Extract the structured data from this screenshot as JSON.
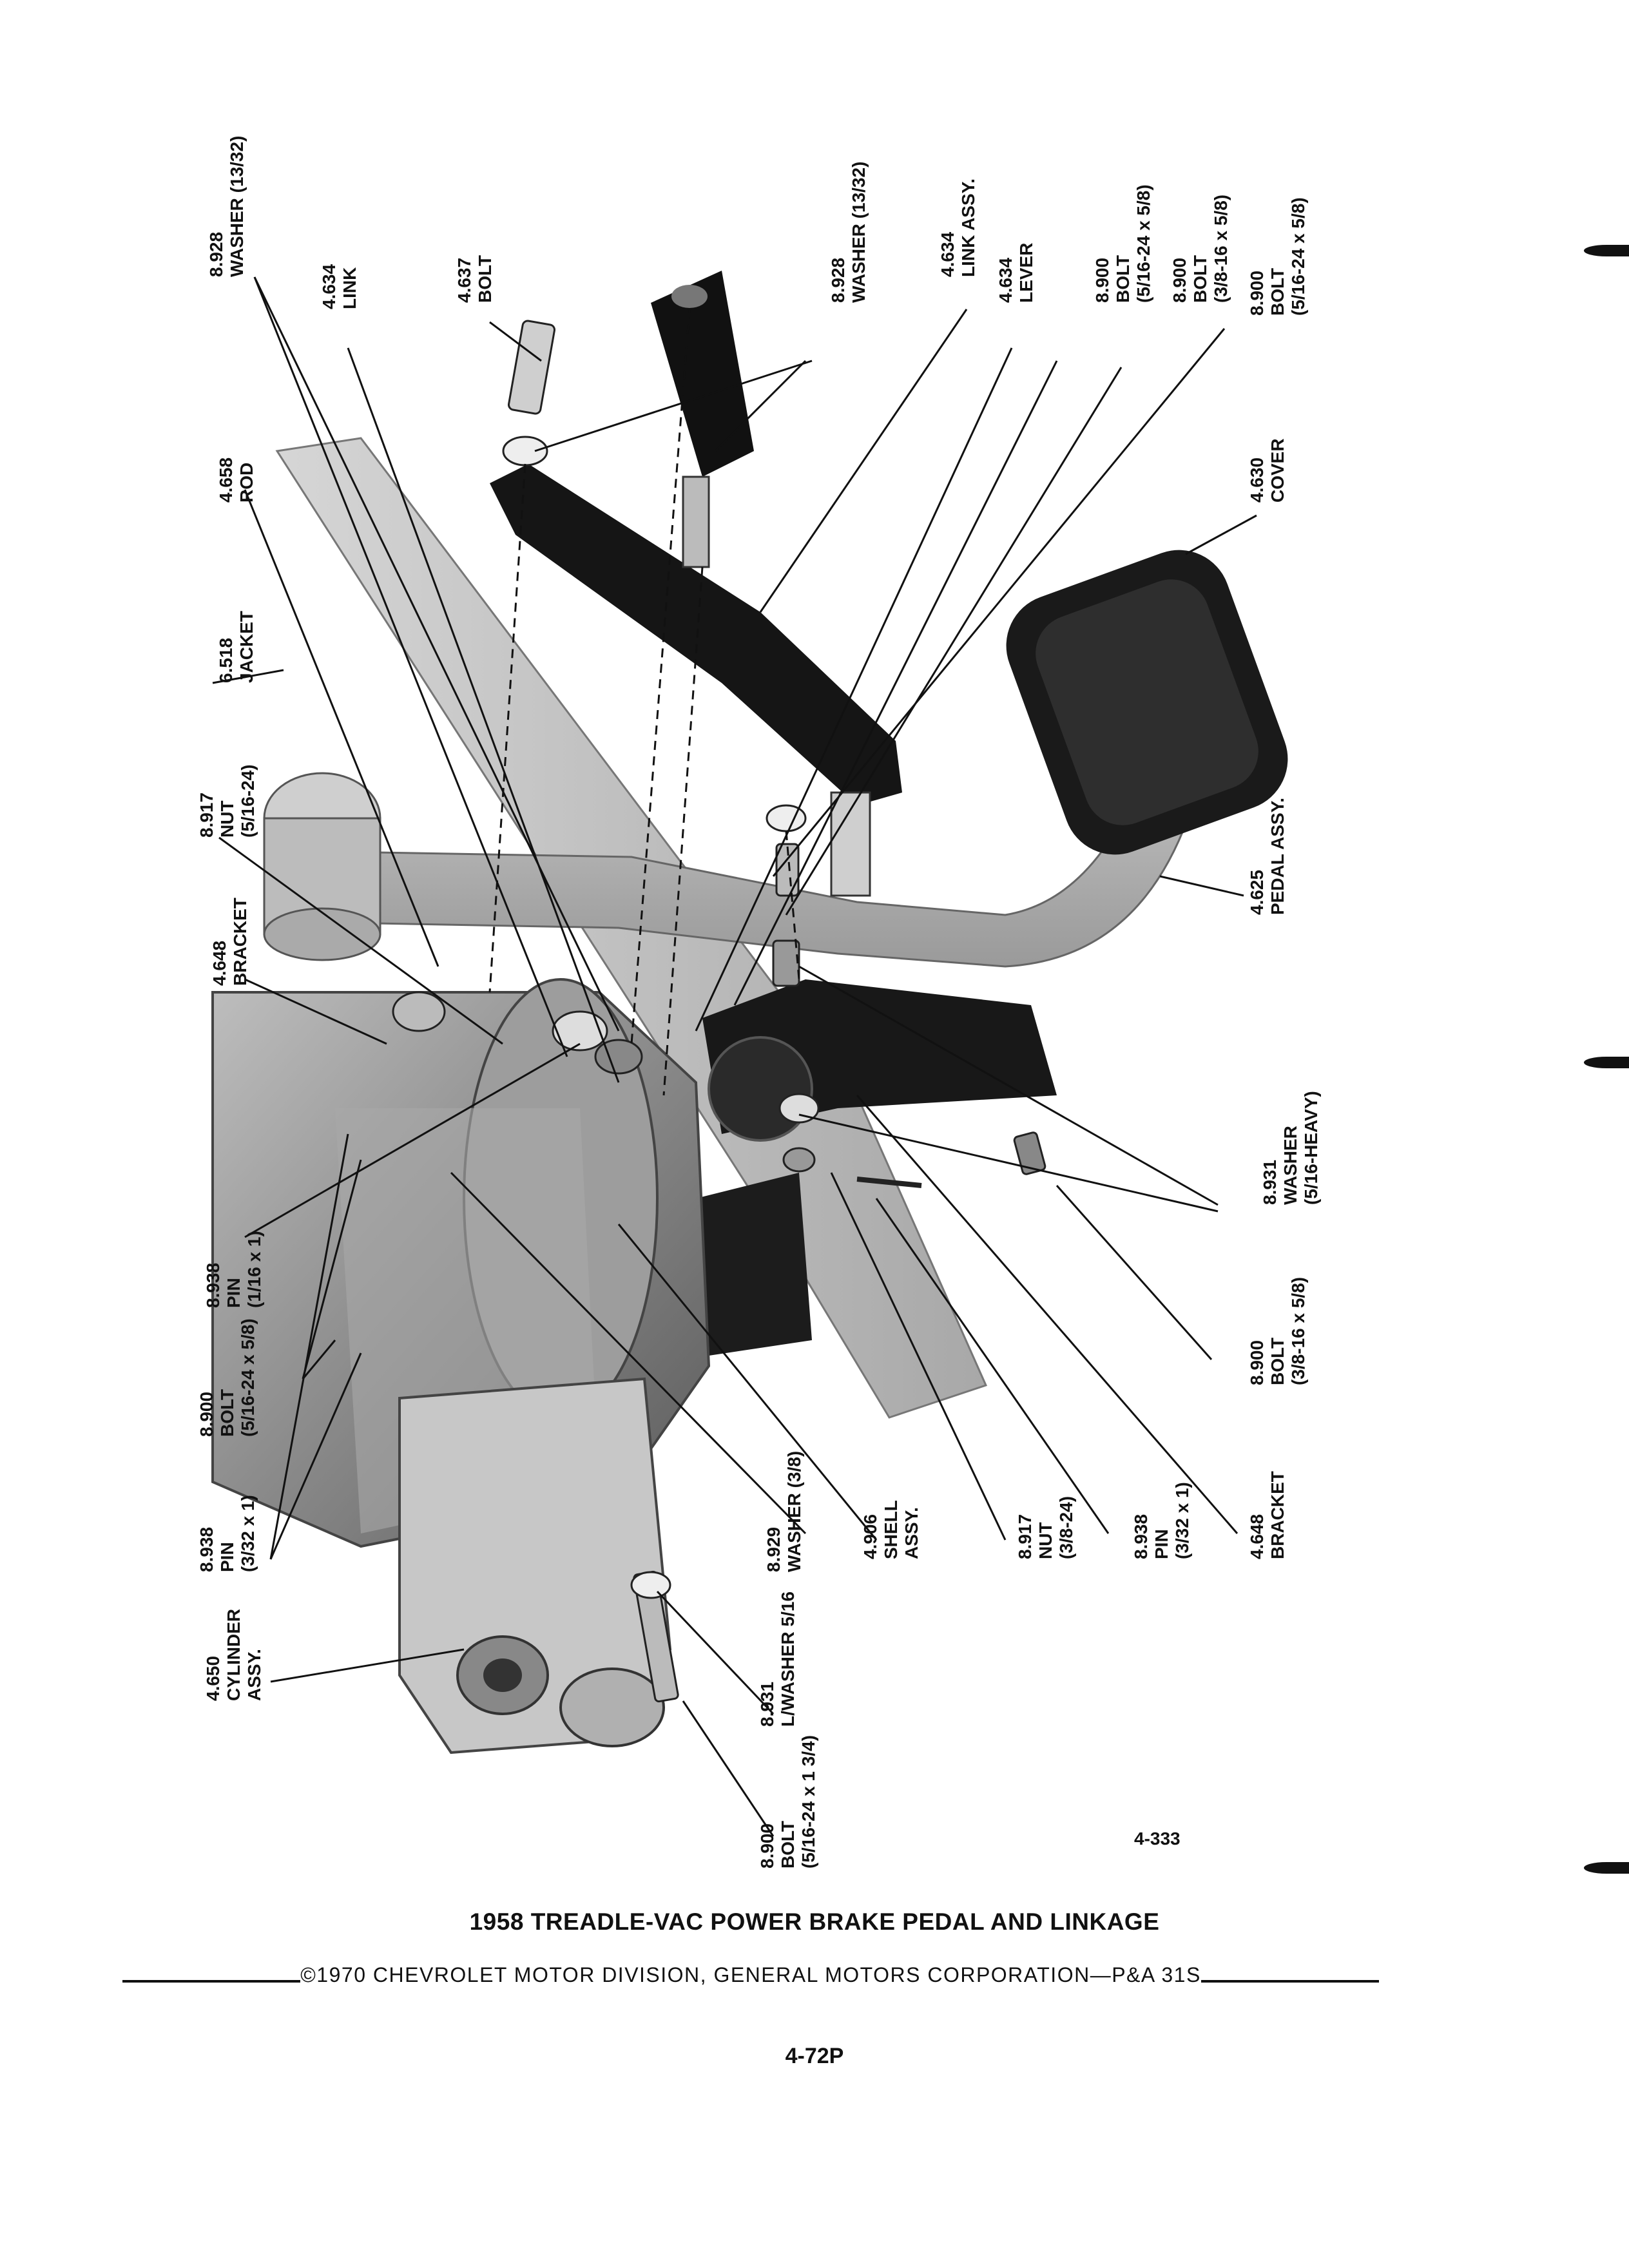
{
  "title": "1958 TREADLE-VAC POWER BRAKE PEDAL AND LINKAGE",
  "copyright": "©1970 CHEVROLET MOTOR DIVISION, GENERAL MOTORS CORPORATION—P&A 31S",
  "page_number": "4-72P",
  "figure_number": "4-333",
  "callouts": [
    {
      "id": "washer-8928-left",
      "lines": [
        "8.928",
        "WASHER (13/32)"
      ]
    },
    {
      "id": "link-4634",
      "lines": [
        "4.634",
        "LINK"
      ]
    },
    {
      "id": "bolt-4637",
      "lines": [
        "4.637",
        "BOLT"
      ]
    },
    {
      "id": "washer-8928-right",
      "lines": [
        "8.928",
        "WASHER (13/32)"
      ]
    },
    {
      "id": "link-assy-4634",
      "lines": [
        "4.634",
        "LINK ASSY."
      ]
    },
    {
      "id": "lever-4634",
      "lines": [
        "4.634",
        "LEVER"
      ]
    },
    {
      "id": "bolt-8900-a",
      "lines": [
        "8.900",
        "BOLT",
        "(5/16-24 x 5/8)"
      ]
    },
    {
      "id": "bolt-8900-b",
      "lines": [
        "8.900",
        "BOLT",
        "(3/8-16 x 5/8)"
      ]
    },
    {
      "id": "bolt-8900-c",
      "lines": [
        "8.900",
        "BOLT",
        "(5/16-24 x 5/8)"
      ]
    },
    {
      "id": "rod-4658",
      "lines": [
        "4.658",
        "ROD"
      ]
    },
    {
      "id": "cover-4630",
      "lines": [
        "4.630",
        "COVER"
      ]
    },
    {
      "id": "jacket-6518",
      "lines": [
        "6.518",
        "JACKET"
      ]
    },
    {
      "id": "nut-8917-top",
      "lines": [
        "8.917",
        "NUT",
        "(5/16-24)"
      ]
    },
    {
      "id": "pedal-assy-4625",
      "lines": [
        "4.625",
        "PEDAL ASSY."
      ]
    },
    {
      "id": "bracket-4648-top",
      "lines": [
        "4.648",
        "BRACKET"
      ]
    },
    {
      "id": "washer-8931-heavy",
      "lines": [
        "8.931",
        "WASHER",
        "(5/16-HEAVY)"
      ]
    },
    {
      "id": "pin-8938-a",
      "lines": [
        "8.938",
        "PIN",
        "(1/16 x 1)"
      ]
    },
    {
      "id": "bolt-8900-d",
      "lines": [
        "8.900",
        "BOLT",
        "(5/16-24 x 5/8)"
      ]
    },
    {
      "id": "pin-8938-b",
      "lines": [
        "8.938",
        "PIN",
        "(3/32 x 1)"
      ]
    },
    {
      "id": "cylinder-assy-4650",
      "lines": [
        "4.650",
        "CYLINDER",
        "ASSY."
      ]
    },
    {
      "id": "washer-8929",
      "lines": [
        "8.929",
        "WASHER (3/8)"
      ]
    },
    {
      "id": "shell-assy-4906",
      "lines": [
        "4.906",
        "SHELL",
        "ASSY."
      ]
    },
    {
      "id": "nut-8917-bottom",
      "lines": [
        "8.917",
        "NUT",
        "(3/8-24)"
      ]
    },
    {
      "id": "pin-8938-c",
      "lines": [
        "8.938",
        "PIN",
        "(3/32 x 1)"
      ]
    },
    {
      "id": "bracket-4648-bottom",
      "lines": [
        "4.648",
        "BRACKET"
      ]
    },
    {
      "id": "bolt-8900-e",
      "lines": [
        "8.900",
        "BOLT",
        "(3/8-16 x 5/8)"
      ]
    },
    {
      "id": "lwasher-8931",
      "lines": [
        "8.931",
        "L/WASHER 5/16"
      ]
    },
    {
      "id": "bolt-8900-f",
      "lines": [
        "8.900",
        "BOLT",
        "(5/16-24 x 1 3/4)"
      ]
    }
  ]
}
